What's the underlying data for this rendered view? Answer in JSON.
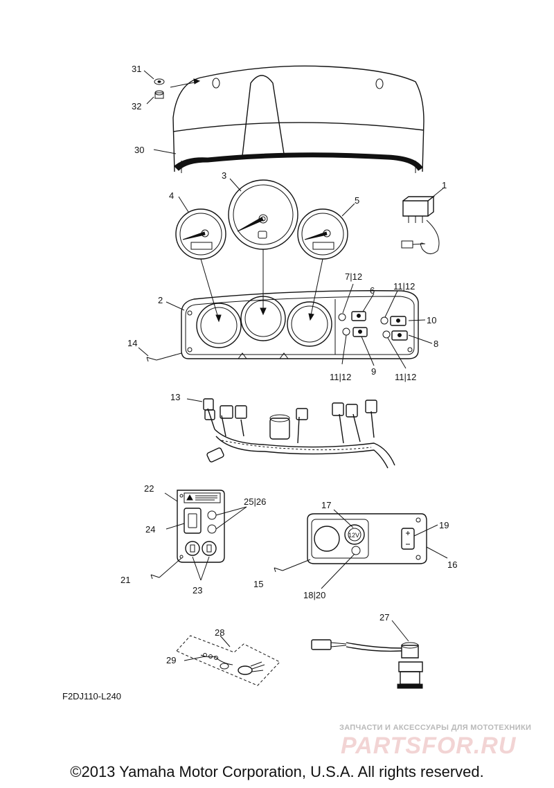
{
  "diagram": {
    "drawing_code": "F2DJ110-L240",
    "copyright": "©2013 Yamaha Motor Corporation, U.S.A. All rights reserved.",
    "watermark": {
      "tagline": "ЗАПЧАСТИ И АКСЕССУАРЫ ДЛЯ МОТОТЕХНИКИ",
      "logo_text": "PARTSFOR.RU"
    },
    "callouts": {
      "p1": "1",
      "p2": "2",
      "p3": "3",
      "p4": "4",
      "p5": "5",
      "p6": "6",
      "p7_12": "7|12",
      "p8": "8",
      "p9": "9",
      "p10": "10",
      "p11_12_a": "11|12",
      "p11_12_b": "11|12",
      "p11_12_c": "11|12",
      "p13": "13",
      "p14": "14",
      "p15": "15",
      "p16": "16",
      "p17": "17",
      "p18_20": "18|20",
      "p19": "19",
      "p21": "21",
      "p22": "22",
      "p23": "23",
      "p24": "24",
      "p25_26": "25|26",
      "p27": "27",
      "p28": "28",
      "p29": "29",
      "p30": "30",
      "p31": "31",
      "p32": "32"
    },
    "panel_text": {
      "socket_label": "12V"
    },
    "colors": {
      "line": "#111111",
      "watermark_gray": "#b9b9b9",
      "watermark_pink": "#f2d4d4"
    }
  }
}
